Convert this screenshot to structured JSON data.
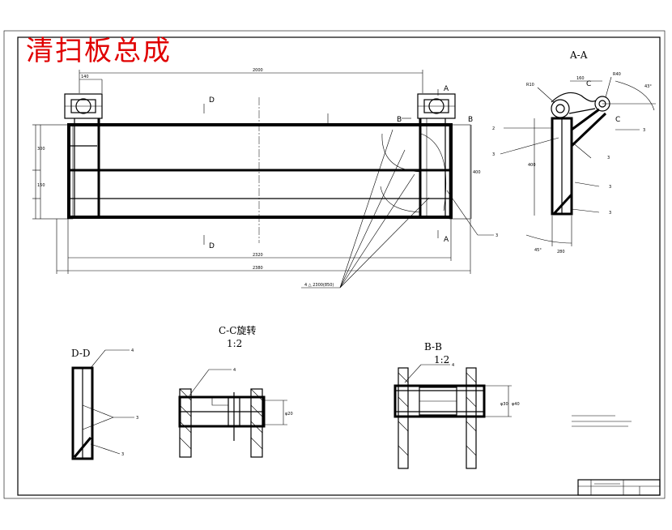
{
  "title": "清扫板总成",
  "views": {
    "section_aa": "A-A",
    "section_cc": "C-C旋转",
    "section_cc_scale": "1:2",
    "section_bb": "B-B",
    "section_bb_scale": "1:2",
    "section_dd": "D-D"
  },
  "markers": {
    "a": "A",
    "b": "B",
    "c": "C",
    "d": "D"
  },
  "dims": {
    "r40": "R40",
    "r10": "R10",
    "d2": "2320",
    "d3": "2380",
    "dz": "φ20"
  },
  "weld_numbers": {
    "w3": "3",
    "w4": "4"
  },
  "colors": {
    "title": "#e00000",
    "line": "#000000"
  }
}
